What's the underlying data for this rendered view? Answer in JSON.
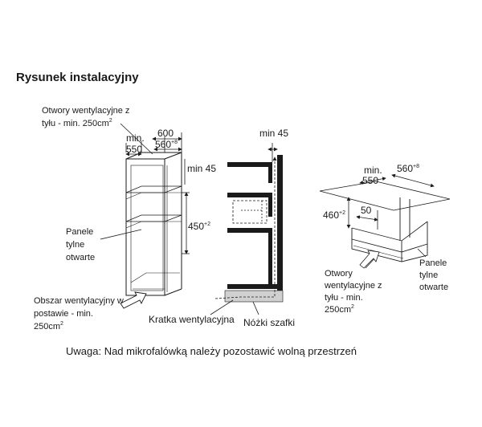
{
  "title": "Rysunek instalacyjny",
  "note": "Uwaga: Nad mikrofalówką należy pozostawić wolną przestrzeń",
  "left": {
    "vent_back": [
      "Otwory wentylacyjne z",
      "tyłu - min. 250cm"
    ],
    "vent_back_sup": "2",
    "min_label": "min.",
    "min_550": "550",
    "w600": "600",
    "w560": "560",
    "w560_sup": "+8",
    "min45": "min 45",
    "h450": "450",
    "h450_sup": "+2",
    "panels": [
      "Panele",
      "tylne",
      "otwarte"
    ],
    "vent_base": [
      "Obszar wentylacyjny w",
      "postawie - min.",
      "250cm"
    ],
    "vent_base_sup": "2"
  },
  "middle": {
    "min45": "min 45",
    "grille": "Kratka wentylacyjna",
    "feet": "Nóżki szafki"
  },
  "right": {
    "min_label": "min.",
    "min_550": "550",
    "w560": "560",
    "w560_sup": "+8",
    "h460": "460",
    "h460_sup": "+2",
    "d50": "50",
    "vent_back": [
      "Otwory",
      "wentylacyjne z",
      "tyłu - min.",
      "250cm"
    ],
    "vent_back_sup": "2",
    "panels": [
      "Panele",
      "tylne",
      "otwarte"
    ]
  }
}
